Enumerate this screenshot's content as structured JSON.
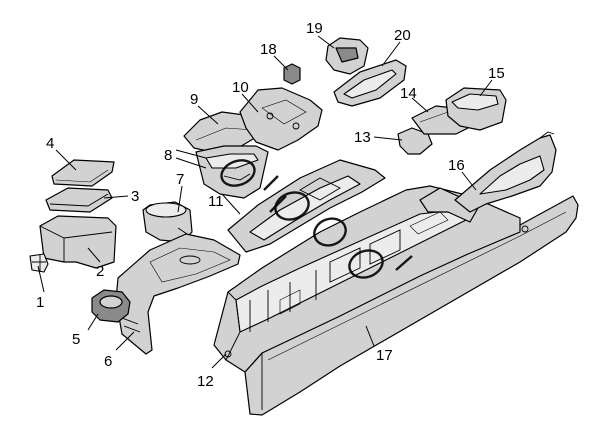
{
  "diagram": {
    "callouts": [
      {
        "id": "1",
        "label": "1"
      },
      {
        "id": "2",
        "label": "2"
      },
      {
        "id": "3",
        "label": "3"
      },
      {
        "id": "4",
        "label": "4"
      },
      {
        "id": "5",
        "label": "5"
      },
      {
        "id": "6",
        "label": "6"
      },
      {
        "id": "7",
        "label": "7"
      },
      {
        "id": "8",
        "label": "8"
      },
      {
        "id": "9",
        "label": "9"
      },
      {
        "id": "10",
        "label": "10"
      },
      {
        "id": "11",
        "label": "11"
      },
      {
        "id": "12",
        "label": "12"
      },
      {
        "id": "13",
        "label": "13"
      },
      {
        "id": "14",
        "label": "14"
      },
      {
        "id": "15",
        "label": "15"
      },
      {
        "id": "16",
        "label": "16"
      },
      {
        "id": "17",
        "label": "17"
      },
      {
        "id": "18",
        "label": "18"
      },
      {
        "id": "19",
        "label": "19"
      },
      {
        "id": "20",
        "label": "20"
      }
    ]
  },
  "colors": {
    "background": "#ffffff",
    "part_fill": "#d2d2d2",
    "part_shadow": "#8a8a8a",
    "outline": "#000000"
  }
}
